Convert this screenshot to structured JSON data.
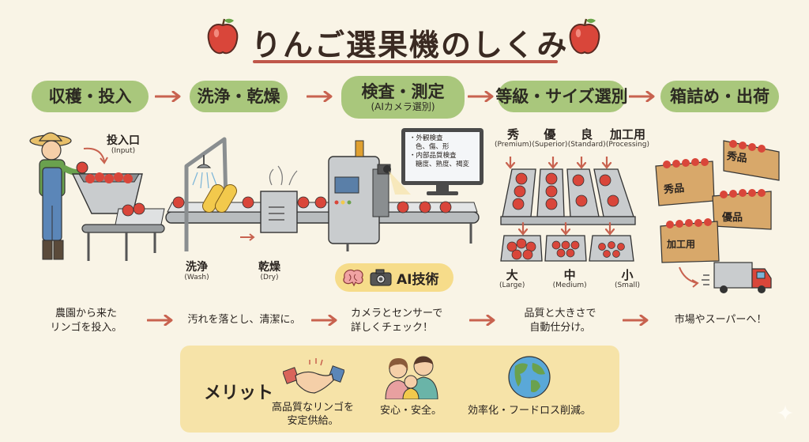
{
  "title": {
    "text": "りんご選果機のしくみ",
    "icons": [
      "apple-icon",
      "apple-icon"
    ]
  },
  "steps": [
    {
      "label": "収穫・投入",
      "sub": ""
    },
    {
      "label": "洗浄・乾燥",
      "sub": ""
    },
    {
      "label": "検査・測定",
      "sub": "(AIカメラ選別)"
    },
    {
      "label": "等級・サイズ選別",
      "sub": ""
    },
    {
      "label": "箱詰め・出荷",
      "sub": ""
    }
  ],
  "illustrations": {
    "input": {
      "label": "投入口",
      "sub": "(Input)"
    },
    "wash": {
      "label": "洗浄",
      "sub": "(Wash)"
    },
    "dry": {
      "label": "乾燥",
      "sub": "(Dry)"
    },
    "monitor": {
      "lines": [
        "・外観検査",
        "色、傷、形",
        "・内部品質検査",
        "糖度、熟度、褐変"
      ]
    },
    "ai_badge": {
      "label": "AI技術"
    },
    "grades": [
      {
        "label": "秀",
        "sub": "(Premium)"
      },
      {
        "label": "優",
        "sub": "(Superior)"
      },
      {
        "label": "良",
        "sub": "(Standard)"
      },
      {
        "label": "加工用",
        "sub": "(Processing)"
      }
    ],
    "sizes": [
      {
        "label": "大",
        "sub": "(Large)"
      },
      {
        "label": "中",
        "sub": "(Medium)"
      },
      {
        "label": "小",
        "sub": "(Small)"
      }
    ],
    "boxes": [
      "秀品",
      "秀品",
      "優品",
      "加工用"
    ]
  },
  "descriptions": [
    {
      "line1": "農園から来た",
      "line2": "リンゴを投入。"
    },
    {
      "line1": "汚れを落とし、清潔に。",
      "line2": ""
    },
    {
      "line1": "カメラとセンサーで",
      "line2": "詳しくチェック！"
    },
    {
      "line1": "品質と大きさで",
      "line2": "自動仕分け。"
    },
    {
      "line1": "市場やスーパーへ！",
      "line2": ""
    }
  ],
  "merits": {
    "title": "メリット",
    "items": [
      {
        "icon": "handshake-icon",
        "line1": "高品質なリンゴを",
        "line2": "安定供給。"
      },
      {
        "icon": "family-icon",
        "line1": "安心・安全。",
        "line2": ""
      },
      {
        "icon": "globe-icon",
        "line1": "効率化・フードロス削減。",
        "line2": ""
      }
    ]
  },
  "colors": {
    "background": "#f9f4e6",
    "pill": "#a9c77c",
    "arrow": "#c8624f",
    "apple": "#d9463a",
    "merit_bg": "#f6e3a8",
    "machine": "#c9ccce"
  }
}
